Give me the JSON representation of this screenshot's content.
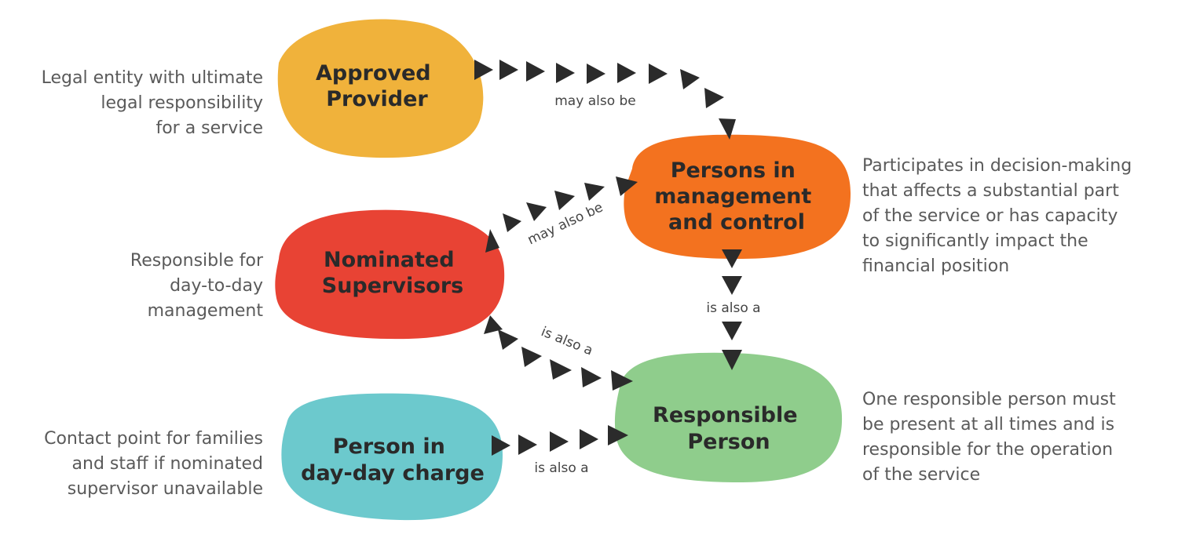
{
  "colors": {
    "approved_provider": "#f0b23b",
    "persons_in_management": "#f3721f",
    "nominated_supervisors": "#e84334",
    "responsible_person": "#8fcd8c",
    "person_in_charge": "#6cc9cd",
    "arrow": "#2b2b2b"
  },
  "nodes": {
    "approved_provider": {
      "line1": "Approved",
      "line2": "Provider"
    },
    "persons_in_management": {
      "line1": "Persons in",
      "line2": "management",
      "line3": "and control"
    },
    "nominated_supervisors": {
      "line1": "Nominated",
      "line2": "Supervisors"
    },
    "responsible_person": {
      "line1": "Responsible",
      "line2": "Person"
    },
    "person_in_charge": {
      "line1": "Person in",
      "line2": "day-day charge"
    }
  },
  "descriptions": {
    "approved_provider": [
      "Legal entity with ultimate",
      "legal responsibility",
      "for a service"
    ],
    "nominated_supervisors": [
      "Responsible for",
      "day-to-day",
      "management"
    ],
    "person_in_charge": [
      "Contact point for families",
      "and staff if nominated",
      "supervisor unavailable"
    ],
    "persons_in_management": [
      "Participates in decision-making",
      "that affects a substantial part",
      "of the service or has capacity",
      "to significantly impact the",
      "financial position"
    ],
    "responsible_person": [
      "One responsible person must",
      "be present at all times and is",
      "responsible for the operation",
      "of the service"
    ]
  },
  "edges": {
    "provider_to_management": {
      "label": "may also be",
      "icon": "arrow-chain"
    },
    "supervisors_to_management": {
      "label": "may also be",
      "icon": "arrow-chain"
    },
    "management_to_responsible": {
      "label": "is also a",
      "icon": "arrow-chain"
    },
    "supervisors_to_responsible": {
      "label": "is also a",
      "icon": "arrow-chain"
    },
    "charge_to_responsible": {
      "label": "is also a",
      "icon": "arrow-chain"
    }
  }
}
